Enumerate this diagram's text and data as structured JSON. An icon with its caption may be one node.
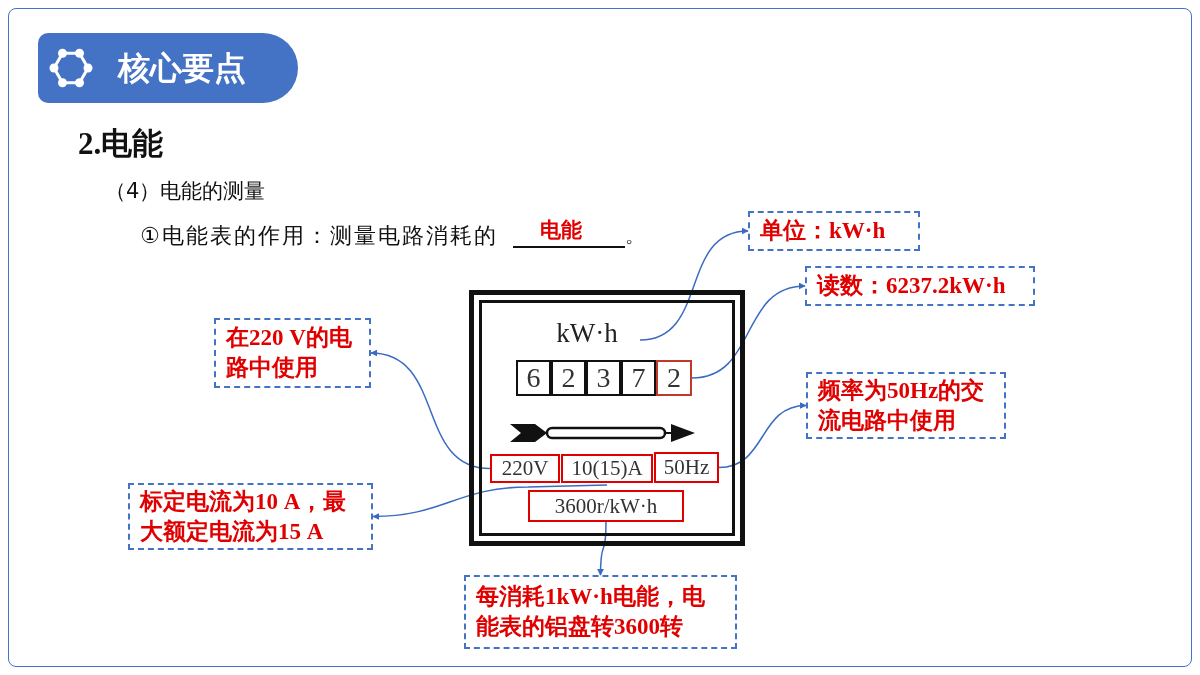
{
  "diagram": {
    "title": "核心要点",
    "nodes": [
      {
        "text": [],
        "shape": "box"
      },
      {
        "text": [
          "kW·h"
        ],
        "in": 0
      },
      {
        "text": [
          "6"
        ],
        "in": 0
      },
      {
        "text": [
          "2"
        ],
        "in": 0
      },
      {
        "text": [
          "3"
        ],
        "in": 0
      },
      {
        "text": [
          "7"
        ],
        "in": 0
      },
      {
        "text": [
          "2"
        ],
        "in": 0
      },
      {
        "text": [
          "220V"
        ],
        "in": 0
      },
      {
        "text": [
          "10(15)A"
        ],
        "in": 0
      },
      {
        "text": [
          "50Hz"
        ],
        "in": 0
      },
      {
        "text": [
          "3600r/kW·h"
        ],
        "in": 0
      },
      {
        "text": [
          "单位：kW·h"
        ]
      },
      {
        "text": [
          "读数：6237.2kW·h"
        ]
      },
      {
        "text": [
          "在220 V的电路中使用"
        ]
      },
      {
        "text": [
          "频率为50Hz的交流电路中使用"
        ]
      },
      {
        "text": [
          "标定电流为10 A，最大额定电流为15 A"
        ]
      },
      {
        "text": [
          "每消耗1kW·h电能，电能表的铝盘转3600转"
        ]
      }
    ],
    "edges": [
      {
        "from": 1,
        "to": 11,
        "arrow": "to"
      },
      {
        "from": 6,
        "to": 12,
        "arrow": "to"
      },
      {
        "from": 7,
        "to": 13,
        "arrow": "to"
      },
      {
        "from": 9,
        "to": 14,
        "arrow": "to"
      },
      {
        "from": 8,
        "to": 15,
        "arrow": "to"
      },
      {
        "from": 10,
        "to": 16,
        "arrow": "to"
      }
    ],
    "labels": [
      "2.电能",
      "（4）电能的测量",
      "①电能表的作用：测量电路消耗的",
      "电能",
      "。"
    ]
  }
}
